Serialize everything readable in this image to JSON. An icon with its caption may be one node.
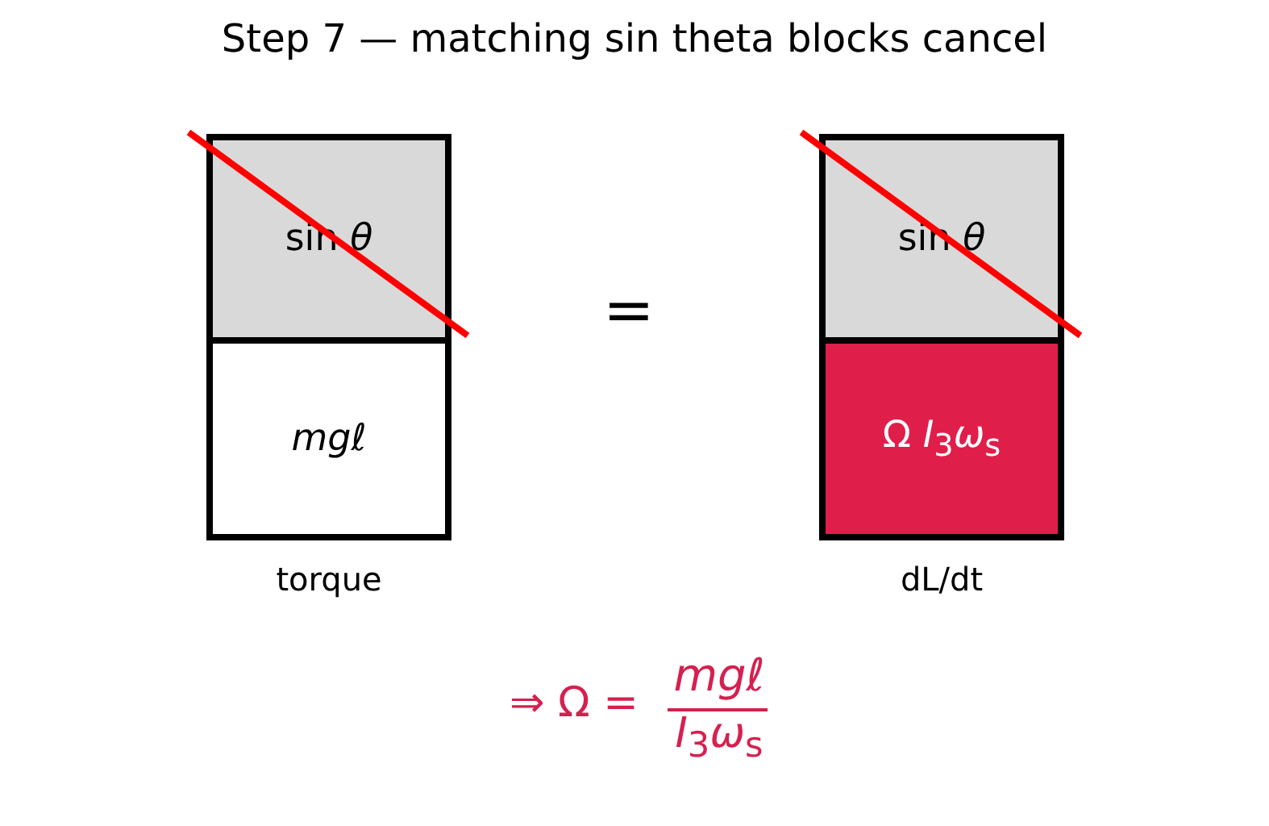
{
  "diagram": {
    "title": "Step 7 — matching sin theta blocks cancel",
    "nodes": [
      {
        "text": [
          "sin *θ*"
        ]
      },
      {
        "text": [
          "mgℓ"
        ]
      },
      {
        "text": [
          "sin *θ*"
        ]
      },
      {
        "text": [
          "Ω *I*$_{3}$*ω*$_{s}$"
        ]
      }
    ],
    "labels": [
      "=",
      "torque",
      "dL/dt",
      "⇒ Ω =",
      "mgℓ",
      "*I*$_{3}$*ω*$_{s}$"
    ]
  }
}
